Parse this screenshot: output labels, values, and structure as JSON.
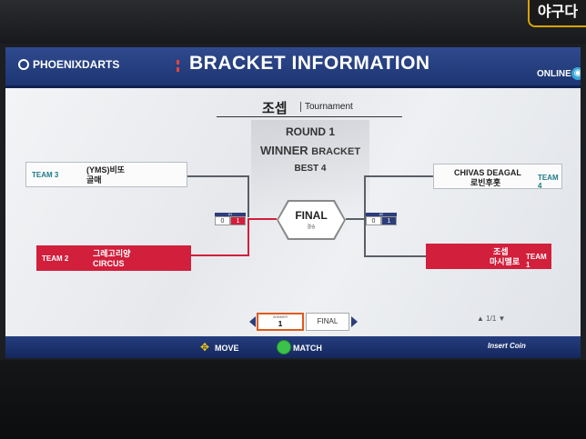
{
  "brand": "PHOENIXDARTS",
  "header": {
    "title": "BRACKET INFORMATION",
    "status": "ONLINE"
  },
  "corner_sticker": "야구다",
  "tournament": {
    "name": "조셉",
    "type": "Tournament"
  },
  "round": {
    "label": "ROUND 1",
    "bracket_main": "WINNER",
    "bracket_sub": "BRACKET",
    "best": "BEST 4"
  },
  "teams": [
    {
      "side": "left",
      "team": "TEAM 3",
      "players": [
        "(YMS)비또",
        "골매"
      ],
      "style": "white"
    },
    {
      "side": "left",
      "team": "TEAM 2",
      "players": [
        "그레고리양",
        "CIRCUS"
      ],
      "style": "red"
    },
    {
      "side": "right",
      "team": "TEAM 4",
      "players": [
        "CHIVAS DEAGAL",
        "로빈후훗"
      ],
      "style": "white"
    },
    {
      "side": "right",
      "team": "TEAM 1",
      "players": [
        "조셉",
        "마시멜로"
      ],
      "style": "red"
    }
  ],
  "match_scores": [
    {
      "label": "#1",
      "left": "0",
      "right": "1"
    },
    {
      "label": "#2",
      "left": "0",
      "right": "1"
    }
  ],
  "final": {
    "label": "FINAL",
    "sub": "결승"
  },
  "tabs": {
    "winner_small": "WINNER",
    "winner_value": "1",
    "final": "FINAL"
  },
  "page": "1/1",
  "footer": {
    "move": "MOVE",
    "match": "MATCH",
    "insert": "Insert Coin"
  },
  "colors": {
    "header": "#1d3572",
    "team_red": "#d21f3c",
    "accent_orange": "#e05a1a",
    "match_green": "#3cc24a"
  }
}
